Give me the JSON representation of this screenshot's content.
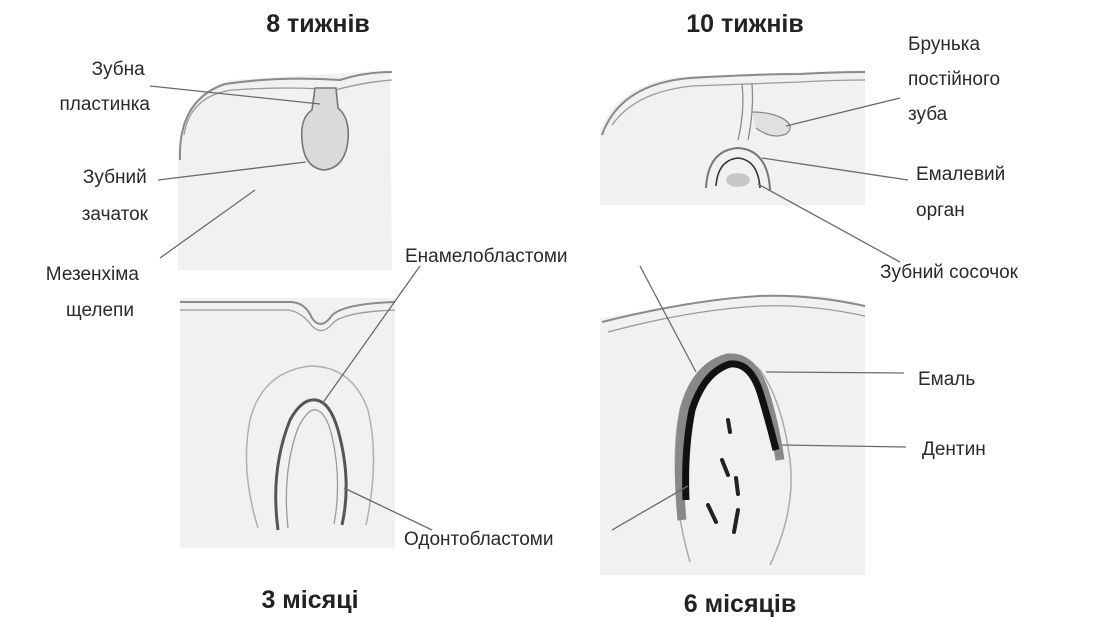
{
  "stages": {
    "week8": "8 тижнів",
    "week10": "10 тижнів",
    "month3": "3 місяці",
    "month6": "6 місяців"
  },
  "labels": {
    "dental_lamina": [
      "Зубна",
      "пластинка"
    ],
    "tooth_germ": [
      "Зубний",
      "зачаток"
    ],
    "jaw_mesenchyme": [
      "Мезенхіма",
      "щелепи"
    ],
    "permanent_tooth_bud": [
      "Брунька",
      "постійного",
      "зуба"
    ],
    "enamel_organ": [
      "Емалевий",
      "орган"
    ],
    "dental_papilla": "Зубний сосочок",
    "ameloblasts": "Енамелобластоми",
    "odontoblasts": "Одонтобластоми",
    "enamel": "Емаль",
    "dentin": "Дентин"
  }
}
